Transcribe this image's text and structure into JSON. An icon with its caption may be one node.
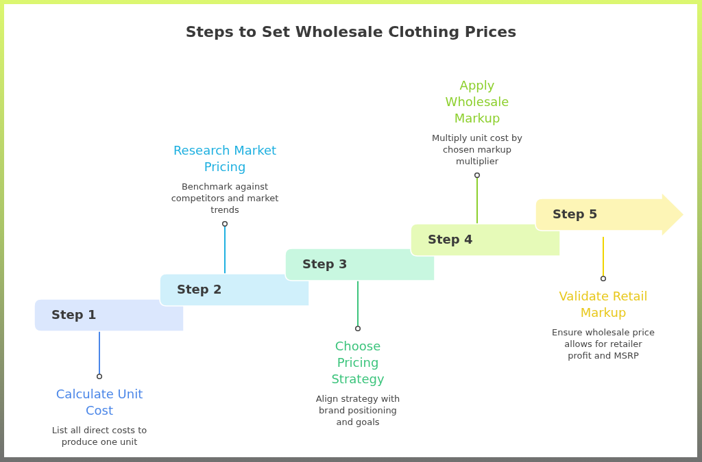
{
  "diagram": {
    "title": "Steps to Set Wholesale Clothing Prices",
    "nodes": [
      {
        "text": [
          "Step 1"
        ]
      },
      {
        "text": [
          "Step 2"
        ]
      },
      {
        "text": [
          "Step 3"
        ]
      },
      {
        "text": [
          "Step 4"
        ]
      },
      {
        "text": [
          "Step 5"
        ]
      },
      {
        "text": [
          "Calculate Unit Cost",
          "List all direct costs to produce one unit"
        ]
      },
      {
        "text": [
          "Research Market Pricing",
          "Benchmark against competitors and market trends"
        ]
      },
      {
        "text": [
          "Choose Pricing Strategy",
          "Align strategy with brand positioning and goals"
        ]
      },
      {
        "text": [
          "Apply Wholesale Markup",
          "Multiply unit cost by chosen markup multiplier"
        ]
      },
      {
        "text": [
          "Validate Retail Markup",
          "Ensure wholesale price allows for retailer profit and MSRP"
        ]
      }
    ],
    "edges": [
      {
        "from": 0,
        "to": 5,
        "arrow": "other",
        "color": "#4a86e8"
      },
      {
        "from": 1,
        "to": 6,
        "arrow": "other",
        "color": "#1fb0e0"
      },
      {
        "from": 2,
        "to": 7,
        "arrow": "other",
        "color": "#3cc47c"
      },
      {
        "from": 3,
        "to": 8,
        "arrow": "other",
        "color": "#8ccf2c"
      },
      {
        "from": 4,
        "to": 9,
        "arrow": "other",
        "color": "#f0d400"
      }
    ]
  }
}
